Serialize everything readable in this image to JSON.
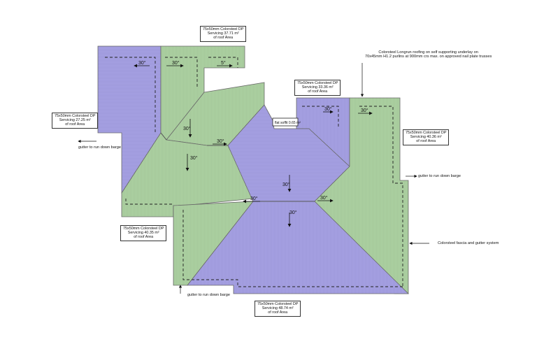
{
  "drawing": {
    "colors": {
      "green_roof": "#aed3a3",
      "blue_roof": "#a7a2e6",
      "outline": "#6b6b6b",
      "gutter_line": "#222222"
    },
    "downpipe_labels": [
      {
        "id": "dp-top",
        "line1": "75x50mm Colorsteel DP",
        "line2": "Servicing 37.71 m²",
        "line3": "of roof Area"
      },
      {
        "id": "dp-mid",
        "line1": "75x50mm Colorsteel DP",
        "line2": "Servicing 33.36 m²",
        "line3": "of roof Area"
      },
      {
        "id": "dp-left",
        "line1": "75x50mm Colorsteel DP",
        "line2": "Servicing 27.25 m²",
        "line3": "of roof Area"
      },
      {
        "id": "dp-right",
        "line1": "75x50mm Colorsteel DP",
        "line2": "Servicing 40.36 m²",
        "line3": "of roof Area"
      },
      {
        "id": "dp-lower",
        "line1": "75x50mm Colorsteel DP",
        "line2": "Servicing 40.35 m²",
        "line3": "of roof Area"
      },
      {
        "id": "dp-bottom",
        "line1": "75x50mm Colorsteel DP",
        "line2": "Servicing 48.74 m²",
        "line3": "of roof Area"
      }
    ],
    "roofing_note": {
      "line1": "Colorsteel Longrun roofing on self supporting underlay on",
      "line2": "70x45mm H1.2 purlins at 900mm crs max. on approved nail plate trusses"
    },
    "flat_soffit_label": "flat soffit 0.65 m²",
    "gutter_notes": {
      "left": "gutter to run down barge",
      "right": "gutter to run down barge",
      "bottom": "gutter to run down barge"
    },
    "fascia_note": "Colorsteel fascia and gutter system",
    "pitch_labels": {
      "p1": "30°",
      "p2": "30°",
      "p3": "5°",
      "p4": "30°",
      "p5": "30°",
      "p6": "30°",
      "p7": "30°",
      "p8": "30°",
      "p9": "30°",
      "p10": "30°",
      "p11": "30°",
      "p12": "30°"
    }
  }
}
